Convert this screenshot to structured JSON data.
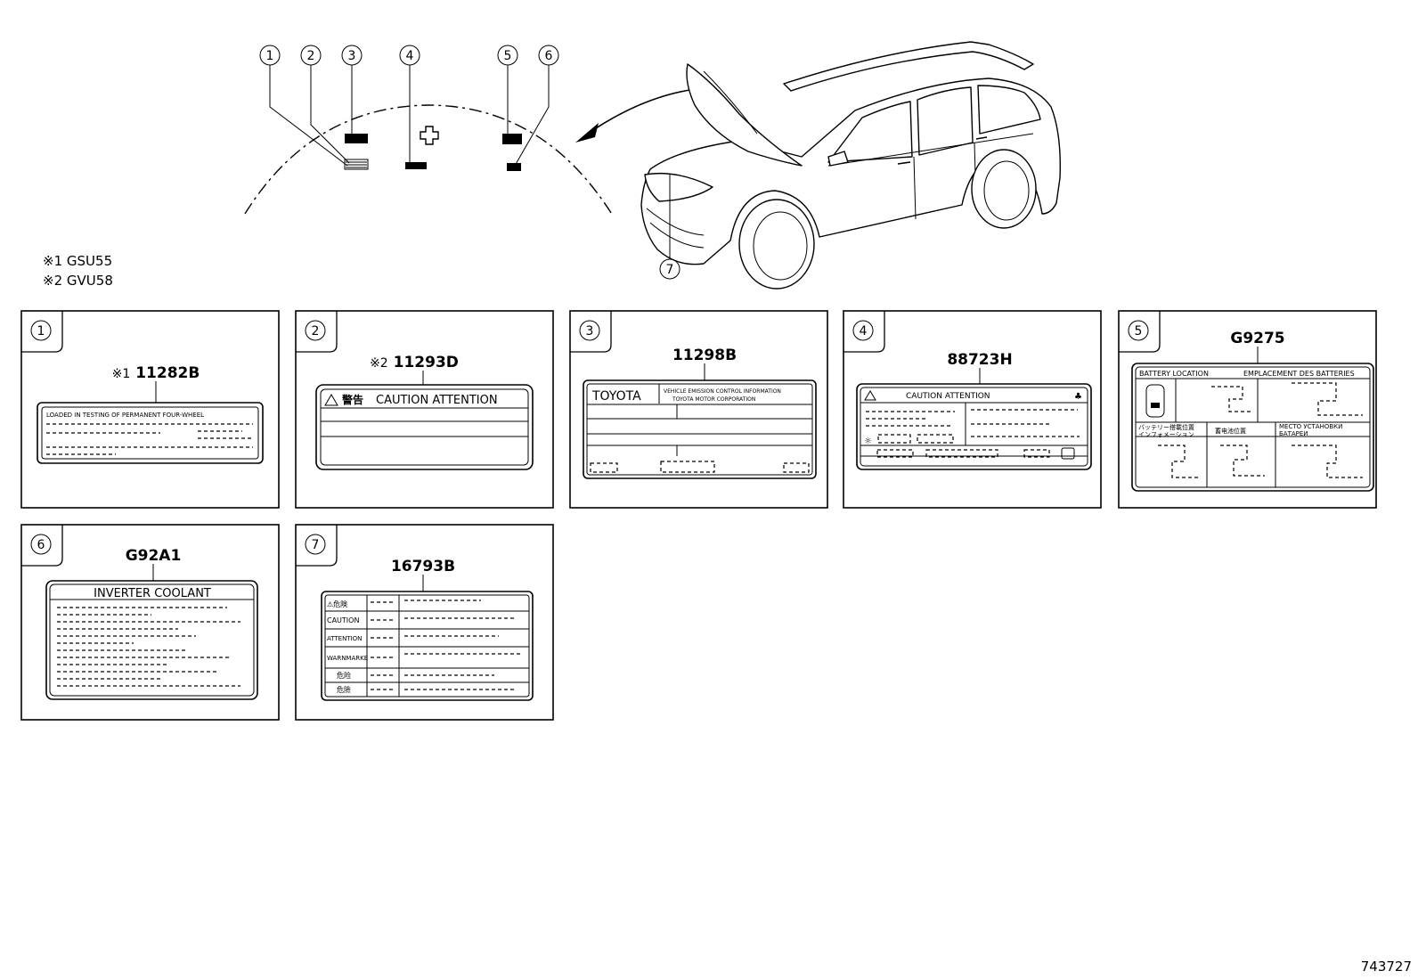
{
  "overview": {
    "callouts": [
      "1",
      "2",
      "3",
      "4",
      "5",
      "6"
    ],
    "car_callout": "7"
  },
  "notes": [
    {
      "mark": "※1",
      "text": "GSU55"
    },
    {
      "mark": "※2",
      "text": "GVU58"
    }
  ],
  "labels": [
    {
      "num": "1",
      "mark": "※1",
      "part": "11282B",
      "lines": [
        "LOADED IN TESTING OF PERMANENT FOUR-WHEEL"
      ]
    },
    {
      "num": "2",
      "mark": "※2",
      "part": "11293D",
      "header_jp": "警告",
      "header": "CAUTION  ATTENTION"
    },
    {
      "num": "3",
      "mark": "",
      "part": "11298B",
      "brand": "TOYOTA",
      "sub1": "VEHICLE EMISSION CONTROL INFORMATION",
      "sub2": "TOYOTA MOTOR CORPORATION"
    },
    {
      "num": "4",
      "mark": "",
      "part": "88723H",
      "header": "CAUTION  ATTENTION"
    },
    {
      "num": "5",
      "mark": "",
      "part": "G9275",
      "head_en": "BATTERY LOCATION",
      "head_fr": "EMPLACEMENT DES BATTERIES",
      "jp1": "バッテリー搭載位置",
      "jp2": "インフォメーション",
      "cn": "蓄电池位置",
      "ru1": "МЕСТО УСТАНОВКИ",
      "ru2": "БАТАРЕИ"
    },
    {
      "num": "6",
      "mark": "",
      "part": "G92A1",
      "header": "INVERTER COOLANT"
    },
    {
      "num": "7",
      "mark": "",
      "part": "16793B",
      "rows": [
        "⚠危険",
        "CAUTION",
        "ATTENTION",
        "WARNMARKE",
        "危险",
        "危險"
      ]
    }
  ],
  "figure_id": "743727"
}
